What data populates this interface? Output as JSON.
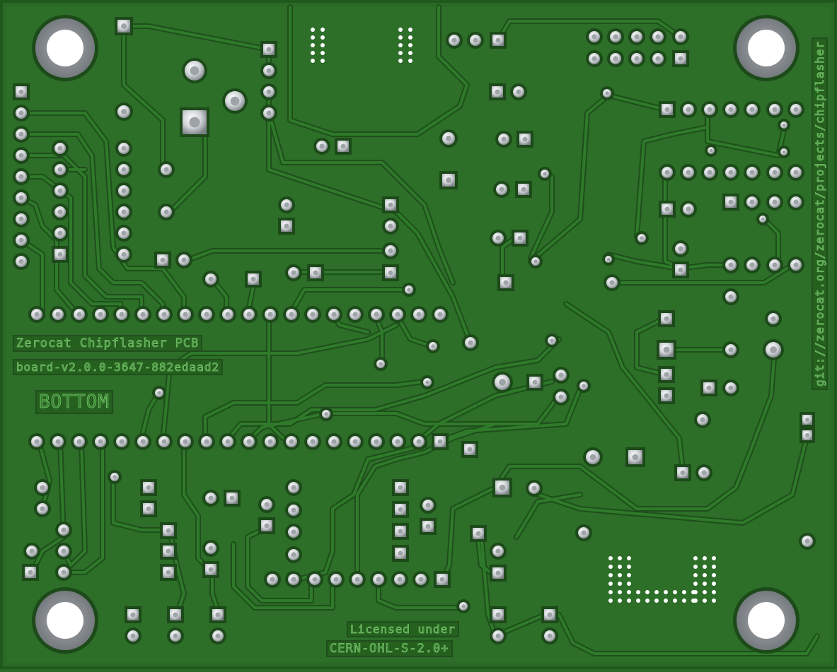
{
  "board": {
    "title_label": "Zerocat Chipflasher PCB",
    "version_label": "board-v2.0.0-3647-882edaad2",
    "side_label": "BOTTOM",
    "license_line1": "Licensed under",
    "license_line2": "CERN-OHL-S-2.0+",
    "url_label": "git://zerocat.org/zerocat/projects/chipflasher"
  },
  "colors": {
    "board": "#2b6a26",
    "board_edge": "#1f5a1c",
    "copper_fill": "#2d6e28",
    "clearance": "#1c4a19",
    "pad": "#cfd3d6",
    "pad_dark": "#6b7075",
    "silk": "#6dbb62"
  }
}
